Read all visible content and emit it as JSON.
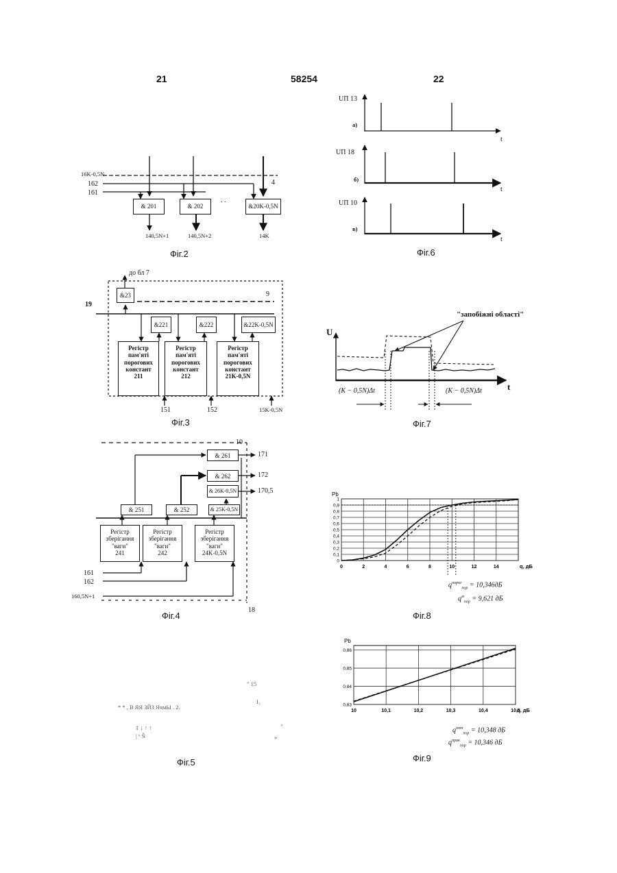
{
  "header": {
    "page_left": "21",
    "patent_no": "58254",
    "page_right": "22"
  },
  "fig2": {
    "caption": "Фіг.2",
    "inputs": [
      "16K-0,5N",
      "162",
      "161"
    ],
    "in4": "4",
    "gates": [
      "& 201",
      "& 202",
      "&20K-0,5N"
    ],
    "outputs": [
      "140,5N+1",
      "140,5N+2",
      "14K"
    ],
    "dots": ". ."
  },
  "fig3": {
    "caption": "Фіг.3",
    "to_block": "до бл 7",
    "label19": "19",
    "label9": "9",
    "gate23": "&23",
    "gates": [
      "&221",
      "&222",
      "&22K-0,5N"
    ],
    "registers": [
      {
        "l1": "Регістр",
        "l2": "пам'яті",
        "l3": "порогових",
        "l4": "констант",
        "l5": "211"
      },
      {
        "l1": "Регістр",
        "l2": "пам'яті",
        "l3": "порогових",
        "l4": "констант",
        "l5": "212"
      },
      {
        "l1": "Регістр",
        "l2": "пам'яті",
        "l3": "порогових",
        "l4": "констант",
        "l5": "21K-0,5N"
      }
    ],
    "inputs": [
      "151",
      "152",
      "15K-0,5N"
    ]
  },
  "fig4": {
    "caption": "Фіг.4",
    "label10": "10",
    "label18": "18",
    "gates26": [
      "& 261",
      "& 262",
      "& 26K-0,5N"
    ],
    "outputs17": [
      "171",
      "172",
      "170,5"
    ],
    "gates25": [
      "& 251",
      "& 252",
      "& 25K-0,5N"
    ],
    "registers": [
      {
        "l1": "Регістр",
        "l2": "зберігання",
        "l3": "\"ваги\"",
        "l4": "241"
      },
      {
        "l1": "Регістр",
        "l2": "зберігання",
        "l3": "\"ваги\"",
        "l4": "242"
      },
      {
        "l1": "Регістр",
        "l2": "зберігання",
        "l3": "\"ваги\"",
        "l4": "24K-0,5N"
      }
    ],
    "inputs": [
      "161",
      "162",
      "160,5N+1"
    ]
  },
  "fig5": {
    "caption": "Фіг.5",
    "frag1": "\" 15",
    "frag2": "I₃",
    "frag3": "* *        , В ЯЯ ЗЙЗ ЯчмЫ . 2ᵥ",
    "frag4": "‡ ↓                      ↑  ↑",
    "frag5": "| ᵘ Ŝ",
    "frag6": "ᵞ",
    "frag7": "»"
  },
  "fig6": {
    "caption": "Фіг.6",
    "panels": [
      {
        "ylabel": "UП 13",
        "tag": "а)",
        "xlabel": "t"
      },
      {
        "ylabel": "UП 18",
        "tag": "б)",
        "xlabel": "t"
      },
      {
        "ylabel": "UП 10",
        "tag": "в)",
        "xlabel": "t"
      }
    ]
  },
  "fig7": {
    "caption": "Фіг.7",
    "annotation": "\"запобіжні області\"",
    "ylabel": "U",
    "xlabel": "t",
    "left_interval": "(K − 0,5N)Δt",
    "right_interval": "(K − 0,5N)Δt"
  },
  "fig8": {
    "caption": "Фіг.8",
    "formula1_lhs": "q",
    "formula1_rhs": "= 10,346дБ",
    "formula2_lhs": "q",
    "formula2_rhs": "= 9,621 дБ"
  },
  "fig9": {
    "caption": "Фіг.9",
    "formula1_lhs": "q",
    "formula1_rhs": "= 10,348 дБ",
    "formula2_lhs": "q",
    "formula2_rhs": "= 10,346 дБ"
  },
  "chart_data": [
    {
      "type": "line",
      "xlabel": "q, дБ",
      "ylabel": "Pb",
      "x_ticks": [
        0,
        2,
        4,
        6,
        8,
        10,
        12,
        14
      ],
      "y_ticks": [
        0,
        0.1,
        0.2,
        0.3,
        0.4,
        0.5,
        0.6,
        0.7,
        0.8,
        0.9,
        1
      ],
      "xlim": [
        0,
        16
      ],
      "ylim": [
        0,
        1
      ],
      "grid": true,
      "series": [
        {
          "values_x": [
            0,
            1,
            2,
            3,
            4,
            5,
            6,
            7,
            8,
            9,
            10,
            11,
            12,
            13,
            14,
            15,
            16
          ],
          "values_y": [
            0,
            0.01,
            0.04,
            0.09,
            0.18,
            0.33,
            0.5,
            0.65,
            0.78,
            0.86,
            0.9,
            0.93,
            0.95,
            0.96,
            0.97,
            0.98,
            0.99
          ]
        },
        {
          "values_x": [
            0,
            1,
            2,
            3,
            4,
            5,
            6,
            7,
            8,
            9,
            10,
            11,
            12,
            13,
            14,
            15,
            16
          ],
          "values_y": [
            0,
            0.01,
            0.03,
            0.06,
            0.12,
            0.25,
            0.4,
            0.56,
            0.7,
            0.81,
            0.88,
            0.92,
            0.94,
            0.95,
            0.96,
            0.97,
            0.99
          ]
        }
      ]
    },
    {
      "type": "line",
      "xlabel": "q, дБ",
      "ylabel": "Pb",
      "x_ticks": [
        "10",
        "10,1",
        "10,2",
        "10,3",
        "10,4",
        "10,5"
      ],
      "y_ticks": [
        "0,83",
        "0,84",
        "0,85",
        "0,86"
      ],
      "xlim": [
        10,
        10.5
      ],
      "ylim": [
        0.83,
        0.8625
      ],
      "grid": true,
      "series": [
        {
          "values_x": [
            10,
            10.5
          ],
          "values_y": [
            0.8315,
            0.861
          ]
        },
        {
          "values_x": [
            10,
            10.5
          ],
          "values_y": [
            0.8318,
            0.8605
          ]
        }
      ]
    }
  ]
}
